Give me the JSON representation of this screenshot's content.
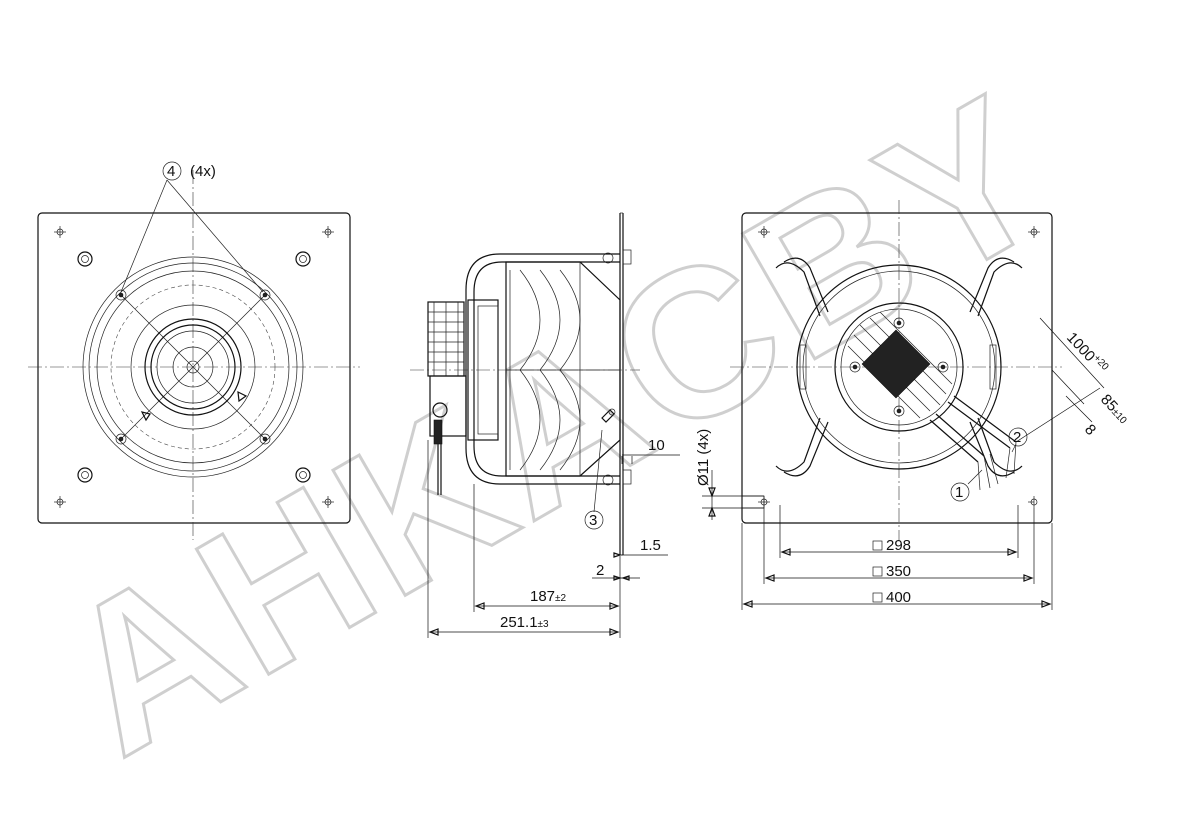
{
  "callouts": {
    "c1": "1",
    "c2": "2",
    "c3": "3",
    "c4": "4",
    "c4_qty": "(4x)"
  },
  "dimensions": {
    "d10": "10",
    "d1_5": "1.5",
    "d2": "2",
    "d187": "187",
    "d187_tol": "±2",
    "d251": "251.1",
    "d251_tol": "±3",
    "hole": "Ø11 (4x)",
    "sq298": "298",
    "sq350": "350",
    "sq400": "400",
    "cable": "1000",
    "cable_tol": "+20",
    "strip": "85",
    "strip_tol": "±10",
    "d8": "8"
  },
  "watermark": "AHKACBY"
}
